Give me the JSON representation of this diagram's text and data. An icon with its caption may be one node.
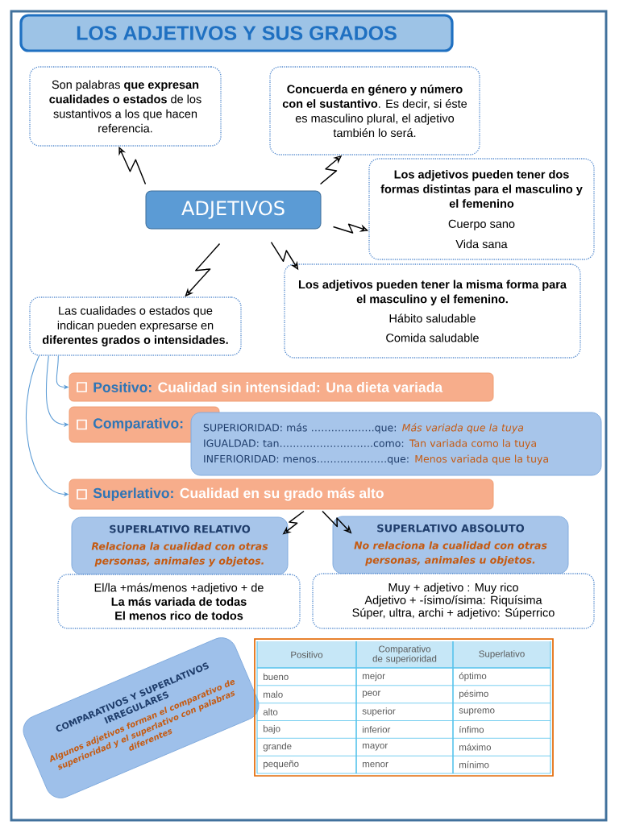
{
  "diagram": {
    "title": "LOS ADJETIVOS Y SUS GRADOS",
    "nodes": [
      {
        "text": [
          "Son palabras **que expresan cualidades o estados** de los sustantivos a los que hacen referencia."
        ]
      },
      {
        "text": [
          "**Concuerda en género y número con el sustantivo**. Es decir, si éste es masculino plural, el adjetivo también lo será."
        ]
      },
      {
        "text": [
          "ADJETIVOS"
        ]
      },
      {
        "text": [
          "Los adjetivos pueden tener dos formas distintas para el masculino y el femenino",
          "Cuerpo sano",
          "Vida sana"
        ]
      },
      {
        "text": [
          "Los adjetivos pueden tener la misma forma para el masculino y el femenino.",
          "Hábito saludable",
          "Comida saludable"
        ]
      },
      {
        "text": [
          "Las cualidades o estados que indican pueden expresarse en **diferentes grados o intensidades.**"
        ]
      },
      {
        "text": [
          "Positivo:",
          "Cualidad sin intensidad: Una dieta variada"
        ]
      },
      {
        "text": [
          "Comparativo:"
        ]
      },
      {
        "text": [
          "SUPERIORIDAD: más ……………….que:",
          "Más variada que la tuya",
          "IGUALDAD: tan……………………….como:",
          "Tan variada como la tuya",
          "INFERIORIDAD: menos…………………que:",
          "Menos variada que la tuya"
        ]
      },
      {
        "text": [
          "Superlativo:",
          "Cualidad en su grado más alto"
        ]
      },
      {
        "text": [
          "SUPERLATIVO RELATIVO",
          "Relaciona la cualidad con otras personas, animales y objetos."
        ]
      },
      {
        "text": [
          "SUPERLATIVO ABSOLUTO",
          "No relaciona la cualidad con otras personas, animales u objetos."
        ]
      },
      {
        "text": [
          "El/la +más/menos +adjetivo + de",
          "La más variada de todas",
          "El menos rico de todos"
        ]
      },
      {
        "text": [
          "Muy + adjetivo : Muy rico",
          "Adjetivo + -ísimo/ísima: Riquísima",
          "Súper, ultra, archi + adjetivo: Súperrico"
        ]
      },
      {
        "text": [
          "COMPARATIVOS Y SUPERLATIVOS IRREGULARES",
          "Algunos adjetivos forman el comparativo de superioridad y el superlativo con palabras diferentes"
        ]
      }
    ],
    "edges": [
      {
        "from": 2,
        "to": 0,
        "arrow": "to"
      },
      {
        "from": 2,
        "to": 1,
        "arrow": "to"
      },
      {
        "from": 2,
        "to": 3,
        "arrow": "to"
      },
      {
        "from": 2,
        "to": 4,
        "arrow": "to"
      },
      {
        "from": 2,
        "to": 5,
        "arrow": "to"
      },
      {
        "from": 5,
        "to": 6,
        "arrow": "to",
        "color": "#5b9bd5"
      },
      {
        "from": 5,
        "to": 7,
        "arrow": "to",
        "color": "#5b9bd5"
      },
      {
        "from": 5,
        "to": 9,
        "arrow": "to",
        "color": "#5b9bd5"
      },
      {
        "from": 9,
        "to": 10,
        "arrow": "to"
      },
      {
        "from": 9,
        "to": 11,
        "arrow": "to"
      }
    ],
    "labels": [
      "Positivo",
      "Comparativo de superioridad",
      "Superlativo",
      "bueno",
      "mejor",
      "óptimo",
      "malo",
      "peor",
      "pésimo",
      "alto",
      "superior",
      "supremo",
      "bajo",
      "inferior",
      "ínfimo",
      "grande",
      "mayor",
      "máximo",
      "pequeño",
      "menor",
      "mínimo"
    ]
  }
}
